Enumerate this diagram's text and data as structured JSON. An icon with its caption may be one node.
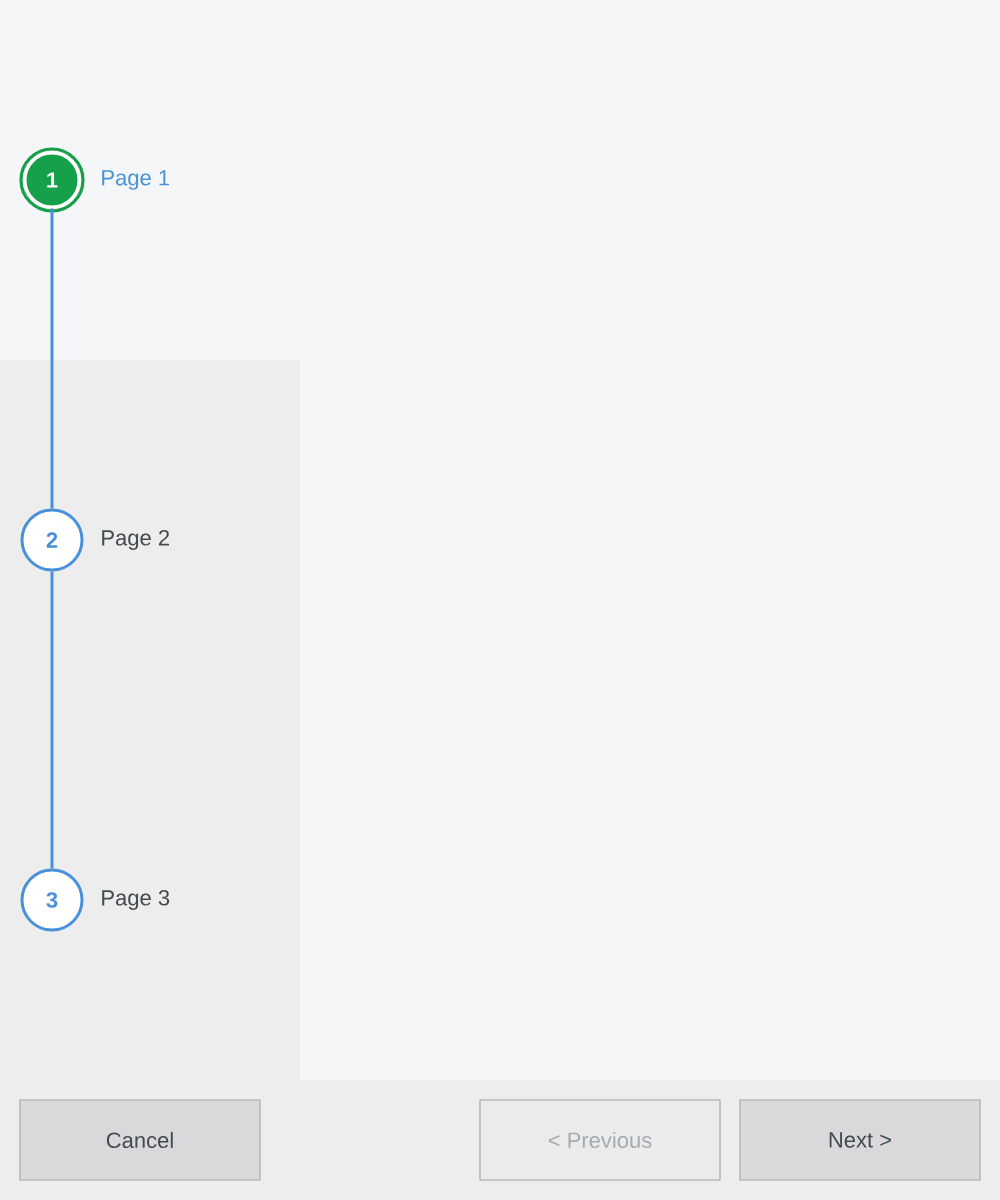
{
  "diagram": {
    "nodes": [
      {
        "text": [
          "1"
        ],
        "beside": [
          "Page 1"
        ]
      },
      {
        "text": [
          "2"
        ],
        "beside": [
          "Page 2"
        ]
      },
      {
        "text": [
          "3"
        ],
        "beside": [
          "Page 3"
        ]
      },
      {
        "text": [
          "Cancel"
        ]
      },
      {
        "text": [
          "< Previous"
        ]
      },
      {
        "text": [
          "Next >"
        ]
      }
    ],
    "edges": [
      {
        "from": 0,
        "to": 1,
        "arrow": "none"
      },
      {
        "from": 1,
        "to": 2,
        "arrow": "none"
      }
    ]
  }
}
